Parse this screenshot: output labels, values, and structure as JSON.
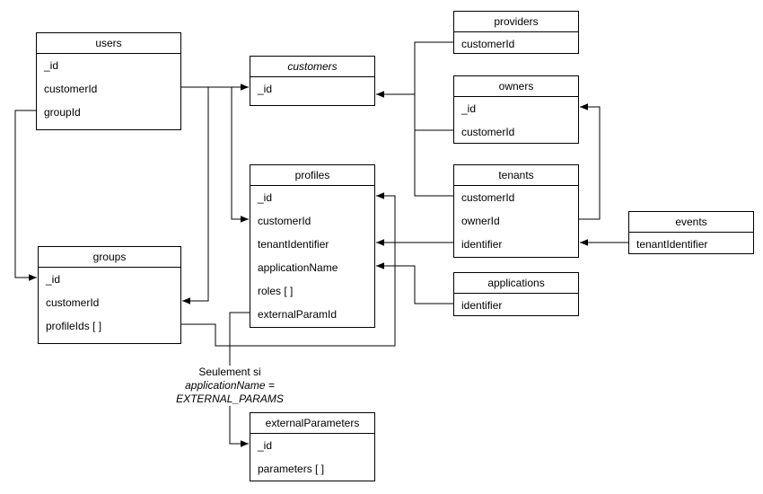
{
  "diagram": {
    "entities": {
      "users": {
        "title": "users",
        "fields": [
          "_id",
          "customerId",
          "groupId"
        ]
      },
      "customers": {
        "title": "customers",
        "fields": [
          "_id"
        ]
      },
      "providers": {
        "title": "providers",
        "fields": [
          "customerId"
        ]
      },
      "owners": {
        "title": "owners",
        "fields": [
          "_id",
          "customerId"
        ]
      },
      "tenants": {
        "title": "tenants",
        "fields": [
          "customerId",
          "ownerId",
          "identifier"
        ]
      },
      "events": {
        "title": "events",
        "fields": [
          "tenantIdentifier"
        ]
      },
      "profiles": {
        "title": "profiles",
        "fields": [
          "_id",
          "customerId",
          "tenantIdentifier",
          "applicationName",
          "roles [ ]",
          "externalParamId"
        ]
      },
      "groups": {
        "title": "groups",
        "fields": [
          "_id",
          "customerId",
          "profileIds [ ]"
        ]
      },
      "applications": {
        "title": "applications",
        "fields": [
          "identifier"
        ]
      },
      "externalParameters": {
        "title": "externalParameters",
        "fields": [
          "_id",
          "parameters [ ]"
        ]
      }
    },
    "note": {
      "line1": "Seulement si",
      "line2": "applicationName = EXTERNAL_PARAMS"
    },
    "connections": [
      "users.customerId -> customers._id",
      "customers bus -> groups.customerId",
      "customers bus -> profiles.customerId",
      "users.groupId -> groups._id",
      "groups.profileIds -> profiles._id",
      "profiles.externalParamId -> externalParameters._id",
      "providers.customerId -> customers._id",
      "owners.customerId -> customers._id",
      "tenants.customerId -> customers._id",
      "tenants.ownerId -> owners._id",
      "events.tenantIdentifier -> tenants.identifier",
      "tenants.identifier -> profiles.tenantIdentifier",
      "applications.identifier -> profiles.applicationName"
    ],
    "colors": {
      "line": "#000000",
      "box_border": "#000000",
      "box_fill": "#ffffff",
      "text": "#000000",
      "background": "#ffffff"
    }
  }
}
